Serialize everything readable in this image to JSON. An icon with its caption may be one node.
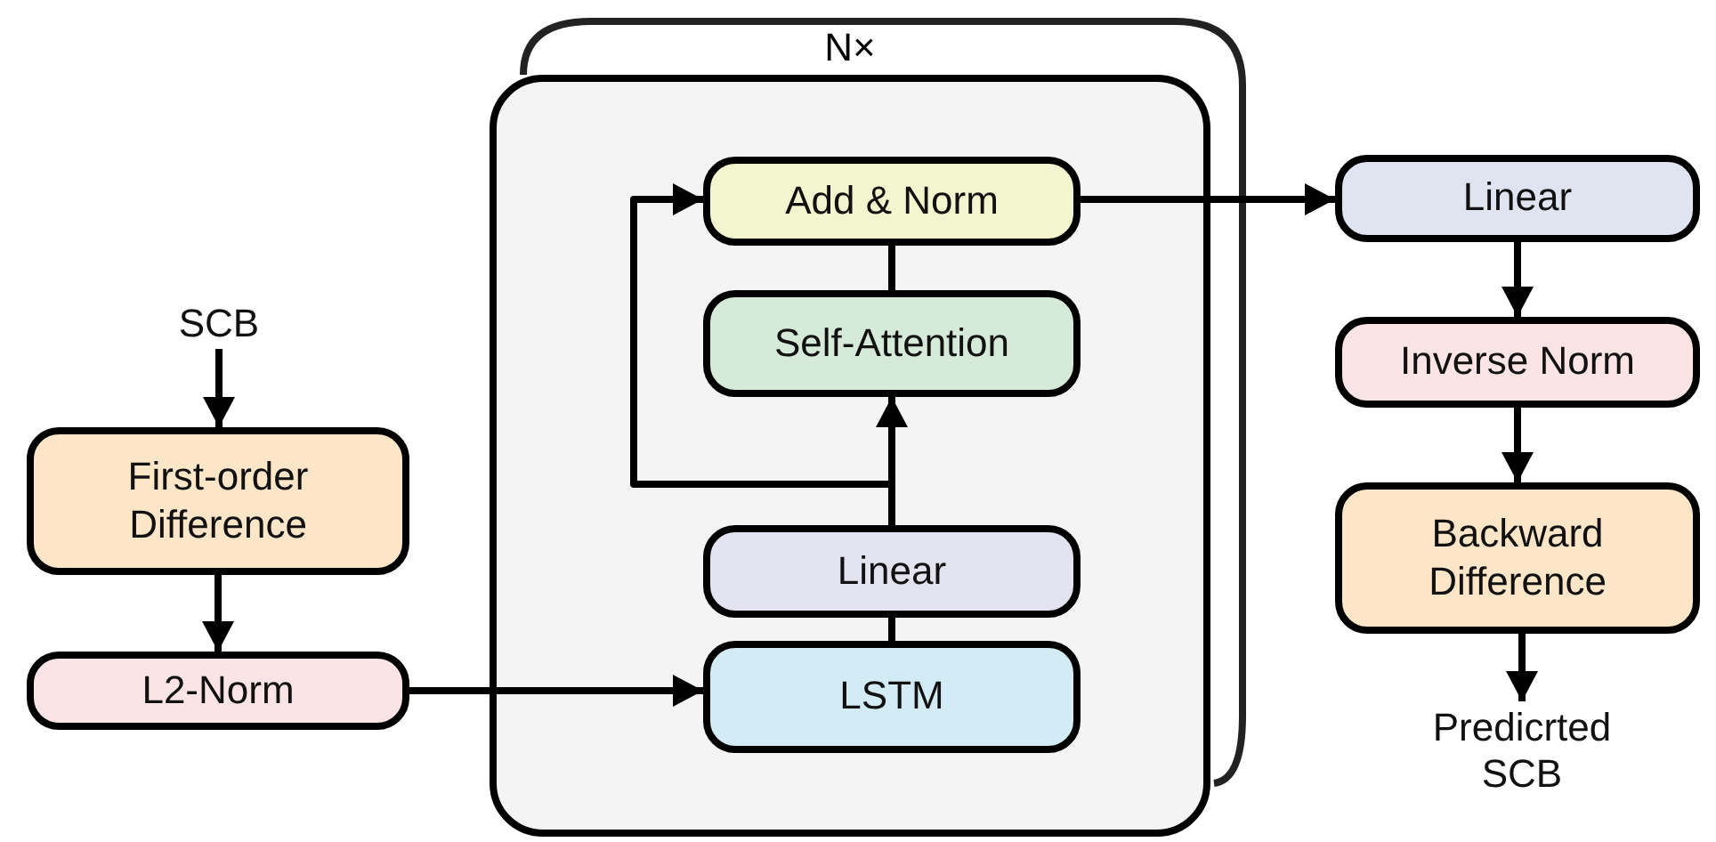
{
  "diagram": {
    "nodes": [
      {
        "text": [
          "SCB"
        ]
      },
      {
        "text": [
          "First-order Difference"
        ]
      },
      {
        "text": [
          "L2-Norm"
        ]
      },
      {
        "text": [
          "N×"
        ]
      },
      {
        "text": [
          "Add & Norm"
        ],
        "in": 3
      },
      {
        "text": [
          "Self-Attention"
        ],
        "in": 3
      },
      {
        "text": [
          "Linear"
        ],
        "in": 3
      },
      {
        "text": [
          "LSTM"
        ],
        "in": 3
      },
      {
        "text": [
          "Linear"
        ]
      },
      {
        "text": [
          "Inverse Norm"
        ]
      },
      {
        "text": [
          "Backward Difference"
        ]
      },
      {
        "text": [
          "Predicrted SCB"
        ]
      }
    ],
    "edges": [
      {
        "from": 0,
        "to": 1,
        "arrow": "to"
      },
      {
        "from": 1,
        "to": 2,
        "arrow": "to"
      },
      {
        "from": 2,
        "to": 7,
        "arrow": "to"
      },
      {
        "from": 7,
        "to": 6,
        "arrow": "none"
      },
      {
        "from": 6,
        "to": 5,
        "arrow": "to"
      },
      {
        "from": 6,
        "to": 4,
        "arrow": "to"
      },
      {
        "from": 5,
        "to": 4,
        "arrow": "none"
      },
      {
        "from": 4,
        "to": 8,
        "arrow": "to"
      },
      {
        "from": 8,
        "to": 9,
        "arrow": "to"
      },
      {
        "from": 9,
        "to": 10,
        "arrow": "to"
      },
      {
        "from": 10,
        "to": 11,
        "arrow": "to"
      }
    ]
  }
}
